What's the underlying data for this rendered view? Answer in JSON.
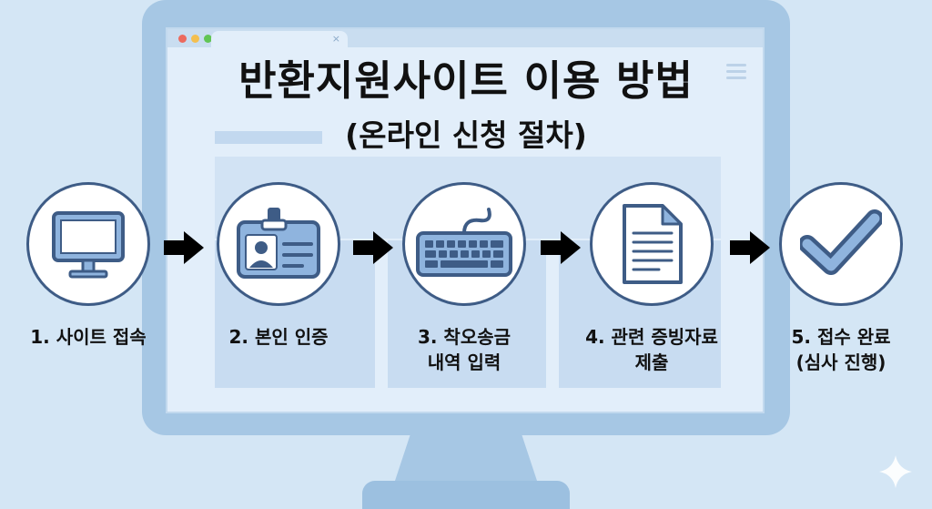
{
  "title": "반환지원사이트 이용 방법",
  "subtitle": "(온라인 신청 절차)",
  "steps": [
    {
      "icon": "monitor-icon",
      "label_lines": [
        "1. 사이트 접속"
      ]
    },
    {
      "icon": "id-card-icon",
      "label_lines": [
        "2. 본인 인증"
      ]
    },
    {
      "icon": "keyboard-icon",
      "label_lines": [
        "3. 착오송금",
        "내역 입력"
      ]
    },
    {
      "icon": "document-icon",
      "label_lines": [
        "4. 관련 증빙자료",
        "제출"
      ]
    },
    {
      "icon": "checkmark-icon",
      "label_lines": [
        "5. 접수 완료",
        "(심사 진행)"
      ]
    }
  ],
  "colors": {
    "background": "#d4e6f5",
    "monitor": "#a6c7e4",
    "circle_border": "#3e5c86",
    "icon_fill": "#8fb4de",
    "icon_stroke": "#3e5c86",
    "arrow": "#000000",
    "text": "#111111"
  }
}
